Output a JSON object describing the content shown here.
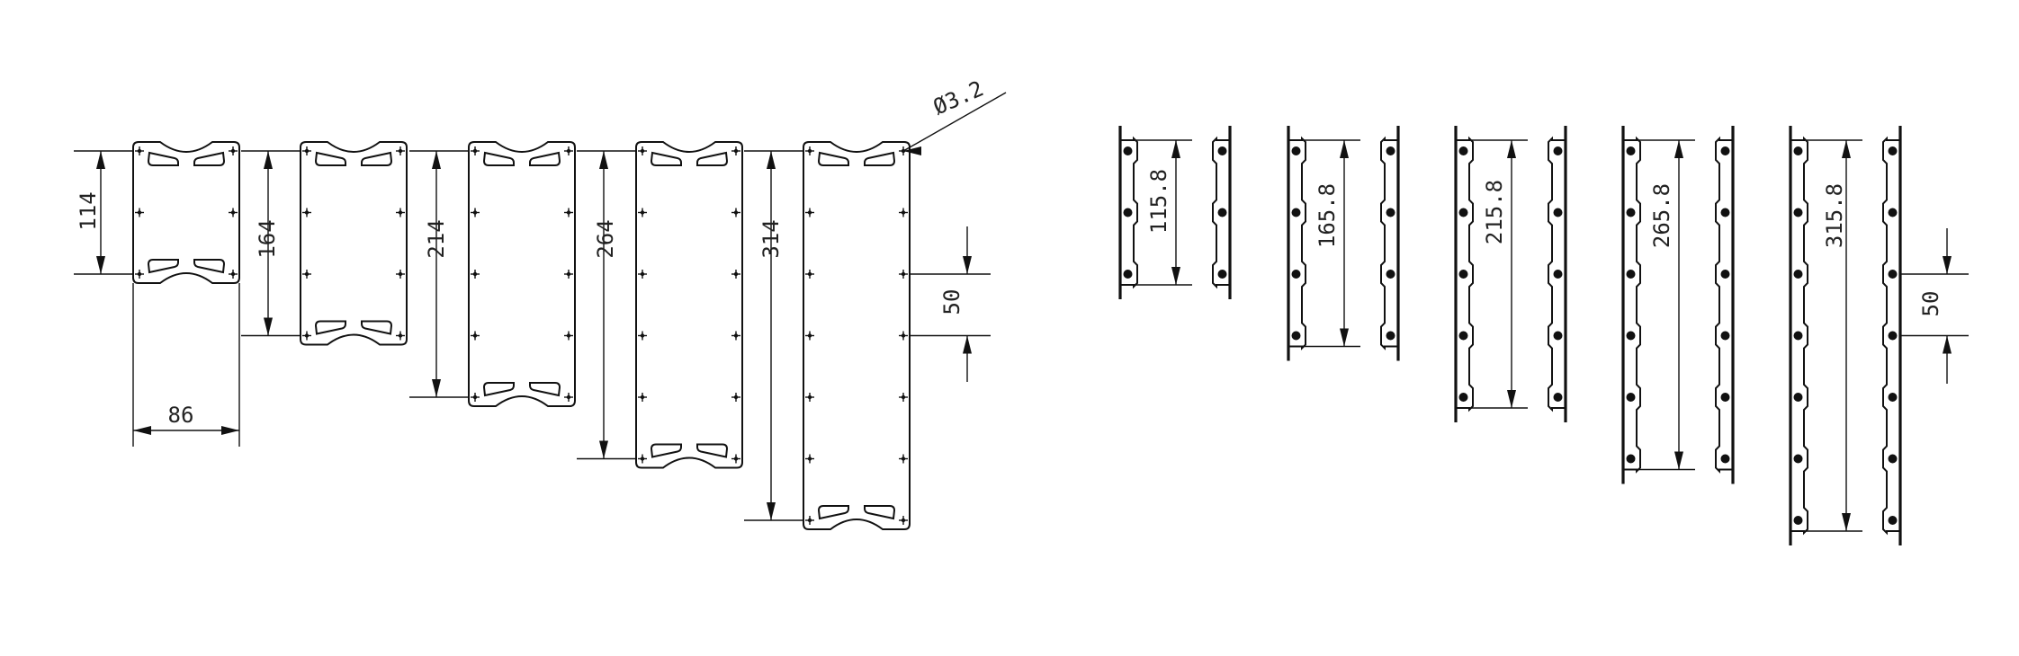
{
  "plates": [
    {
      "height_label": "114",
      "rows": 3
    },
    {
      "height_label": "164",
      "rows": 4
    },
    {
      "height_label": "214",
      "rows": 5
    },
    {
      "height_label": "264",
      "rows": 6
    },
    {
      "height_label": "314",
      "rows": 7
    }
  ],
  "plate_width_label": "86",
  "hole_label": "Ø3.2",
  "plate_pitch_label": "50",
  "rails": [
    {
      "height_label": "115.8",
      "rows": 3
    },
    {
      "height_label": "165.8",
      "rows": 4
    },
    {
      "height_label": "215.8",
      "rows": 5
    },
    {
      "height_label": "265.8",
      "rows": 6
    },
    {
      "height_label": "315.8",
      "rows": 7
    }
  ],
  "rail_pitch_label": "50"
}
